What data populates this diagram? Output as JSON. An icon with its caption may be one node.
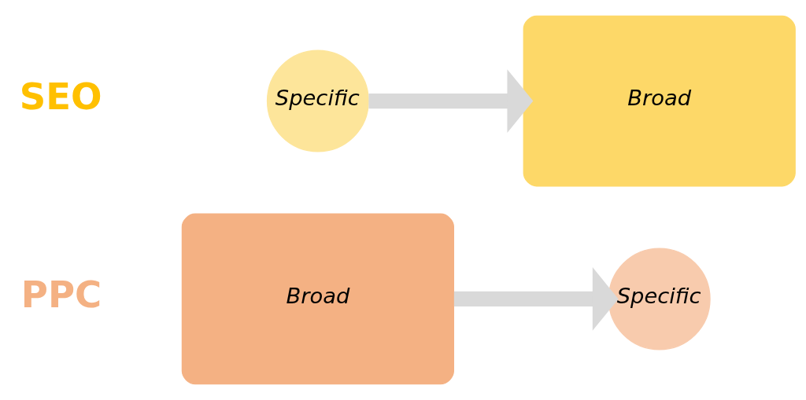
{
  "diagram": {
    "nodes": [
      {
        "text": [
          "Specific"
        ]
      },
      {
        "text": [
          "Broad"
        ]
      },
      {
        "text": [
          "Broad"
        ]
      },
      {
        "text": [
          "Specific"
        ]
      }
    ],
    "edges": [
      {
        "from": 0,
        "to": 1,
        "arrow": "to"
      },
      {
        "from": 2,
        "to": 3,
        "arrow": "to"
      }
    ],
    "labels": [
      "SEO",
      "PPC"
    ]
  }
}
